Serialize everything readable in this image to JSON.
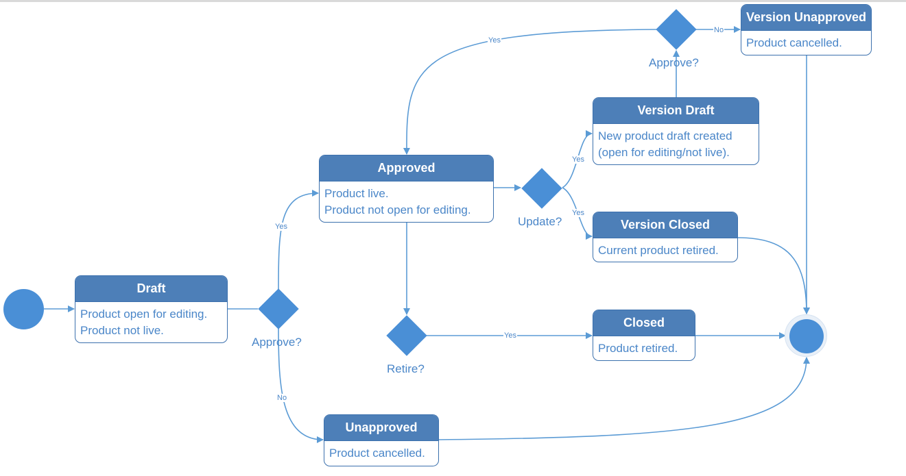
{
  "states": {
    "draft": {
      "title": "Draft",
      "lines": [
        "Product open for editing.",
        "Product not live."
      ]
    },
    "approved": {
      "title": "Approved",
      "lines": [
        "Product live.",
        "Product not open for editing."
      ]
    },
    "unapproved": {
      "title": "Unapproved",
      "lines": [
        "Product cancelled."
      ]
    },
    "version_draft": {
      "title": "Version Draft",
      "lines": [
        "New product draft created",
        "(open for editing/not live)."
      ]
    },
    "version_closed": {
      "title": "Version Closed",
      "lines": [
        "Current product retired."
      ]
    },
    "version_unapproved": {
      "title": "Version Unapproved",
      "lines": [
        "Product cancelled."
      ]
    },
    "closed": {
      "title": "Closed",
      "lines": [
        "Product retired."
      ]
    }
  },
  "decisions": {
    "approve_first": "Approve?",
    "update": "Update?",
    "retire": "Retire?",
    "approve_version": "Approve?"
  },
  "edge_labels": {
    "approve_yes": "Yes",
    "approve_no": "No",
    "update_yes_draft": "Yes",
    "update_yes_closed": "Yes",
    "retire_yes": "Yes",
    "version_approve_yes": "Yes",
    "version_approve_no": "No"
  },
  "colors": {
    "header": "#4d7fb8",
    "border": "#3b70ad",
    "text": "#4a86c8",
    "node": "#4a8fd6",
    "connector": "#5b9bd5"
  }
}
